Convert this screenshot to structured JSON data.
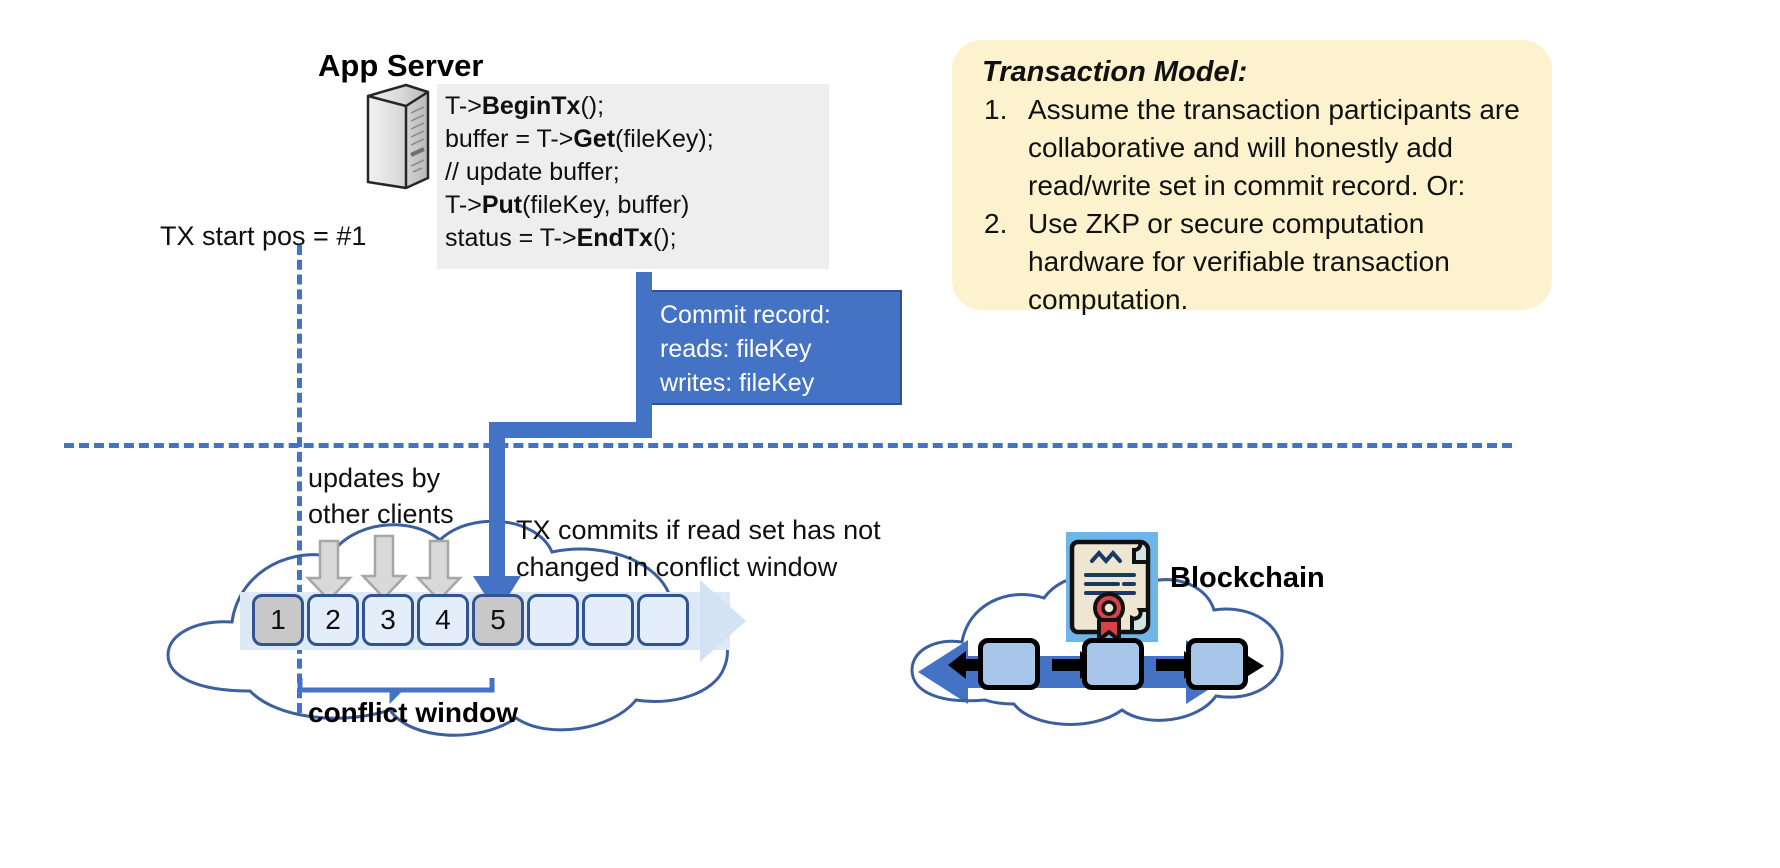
{
  "app_server": {
    "title": "App Server",
    "icon": "server-icon",
    "code_lines": [
      {
        "pre": "T->",
        "bold": "BeginTx",
        "post": "();"
      },
      {
        "pre": "buffer = T->",
        "bold": "Get",
        "post": "(fileKey);"
      },
      {
        "pre": "// update buffer;",
        "bold": "",
        "post": ""
      },
      {
        "pre": "T->",
        "bold": "Put",
        "post": "(fileKey, buffer)"
      },
      {
        "pre": "status = T->",
        "bold": "EndTx",
        "post": "();"
      }
    ]
  },
  "commit_record": {
    "lines": [
      "Commit record:",
      "reads: fileKey",
      "writes: fileKey"
    ],
    "bg_color": "#4472c4",
    "text_color": "#ffffff"
  },
  "transaction_model": {
    "title": "Transaction Model:",
    "bg_color": "#fcf2cd",
    "items": [
      {
        "num": "1.",
        "text": "Assume the transaction participants are collaborative and will honestly add read/write set in commit record.  Or:"
      },
      {
        "num": "2.",
        "text": "Use ZKP or secure computation hardware for verifiable transaction computation."
      }
    ]
  },
  "ledger": {
    "tx_start_label": "TX start pos = #1",
    "updates_label_lines": [
      "updates by",
      "other clients"
    ],
    "tx_commits_label_lines": [
      "TX commits if read set has not",
      "changed in conflict window"
    ],
    "conflict_window_label": "conflict window",
    "cells": [
      {
        "label": "1",
        "state": "filled"
      },
      {
        "label": "2",
        "state": "empty"
      },
      {
        "label": "3",
        "state": "empty"
      },
      {
        "label": "4",
        "state": "empty"
      },
      {
        "label": "5",
        "state": "filled"
      },
      {
        "label": "",
        "state": "empty"
      },
      {
        "label": "",
        "state": "empty"
      },
      {
        "label": "",
        "state": "empty"
      }
    ]
  },
  "blockchain": {
    "label": "Blockchain",
    "icon": "certificate-icon",
    "block_count": 3
  },
  "colors": {
    "accent_blue": "#4472c4",
    "dark_blue": "#31538f",
    "cloud_stroke": "#3c5f9e",
    "gray_arrow": "#bfbfbf",
    "code_bg": "#eeeeee",
    "callout_bg": "#fcf2cd",
    "cell_filled": "#c8c8c8",
    "cell_empty": "#e3eefa",
    "certificate_bg": "#6fb6e8",
    "seal_red": "#d8414a"
  }
}
